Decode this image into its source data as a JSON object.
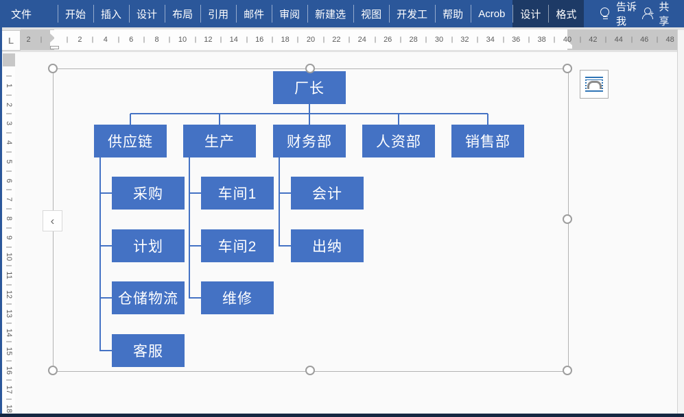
{
  "colors": {
    "ribbon": "#2b579a",
    "contextual_tab": "#1d3a66",
    "accent": "#4472c4",
    "box_text": "#ffffff"
  },
  "ribbon": {
    "tabs": [
      {
        "name": "file",
        "label": "文件",
        "contextual": false
      },
      {
        "name": "home",
        "label": "开始",
        "contextual": false
      },
      {
        "name": "insert",
        "label": "插入",
        "contextual": false
      },
      {
        "name": "design",
        "label": "设计",
        "contextual": false
      },
      {
        "name": "layout",
        "label": "布局",
        "contextual": false
      },
      {
        "name": "references",
        "label": "引用",
        "contextual": false
      },
      {
        "name": "mailings",
        "label": "邮件",
        "contextual": false
      },
      {
        "name": "review",
        "label": "审阅",
        "contextual": false
      },
      {
        "name": "new-tab",
        "label": "新建选",
        "contextual": false
      },
      {
        "name": "view",
        "label": "视图",
        "contextual": false
      },
      {
        "name": "developer",
        "label": "开发工",
        "contextual": false
      },
      {
        "name": "help",
        "label": "帮助",
        "contextual": false
      },
      {
        "name": "acrobat",
        "label": "Acrob",
        "contextual": false
      },
      {
        "name": "smartart-design",
        "label": "设计",
        "contextual": true
      },
      {
        "name": "smartart-format",
        "label": "格式",
        "contextual": true
      }
    ],
    "tell_me_label": "告诉我",
    "share_label": "共享",
    "icons": {
      "tell_me": "lightbulb-icon",
      "share": "add-person-icon"
    }
  },
  "ruler": {
    "tab_selector_label": "L",
    "horizontal": {
      "margin_left_label": "2",
      "labels": [
        "2",
        "4",
        "6",
        "8",
        "10",
        "12",
        "14",
        "16",
        "18",
        "20",
        "22",
        "24",
        "26",
        "28",
        "30",
        "32",
        "34",
        "36",
        "38",
        "40",
        "42",
        "44",
        "46",
        "48"
      ]
    },
    "vertical": {
      "labels": [
        "1",
        "2",
        "3",
        "4",
        "5",
        "6",
        "7",
        "8",
        "9",
        "10",
        "11",
        "12",
        "13",
        "14",
        "15",
        "16",
        "17",
        "18"
      ]
    }
  },
  "org_chart": {
    "root": {
      "label": "厂长"
    },
    "branches": [
      {
        "label": "供应链",
        "children": [
          "采购",
          "计划",
          "仓储物流",
          "客服"
        ]
      },
      {
        "label": "生产",
        "children": [
          "车间1",
          "车间2",
          "维修"
        ]
      },
      {
        "label": "财务部",
        "children": [
          "会计",
          "出纳"
        ]
      },
      {
        "label": "人资部",
        "children": []
      },
      {
        "label": "销售部",
        "children": []
      }
    ]
  },
  "selection": {
    "text_pane_chevron": "‹",
    "layout_options_icon": "text-wrap-arch"
  }
}
